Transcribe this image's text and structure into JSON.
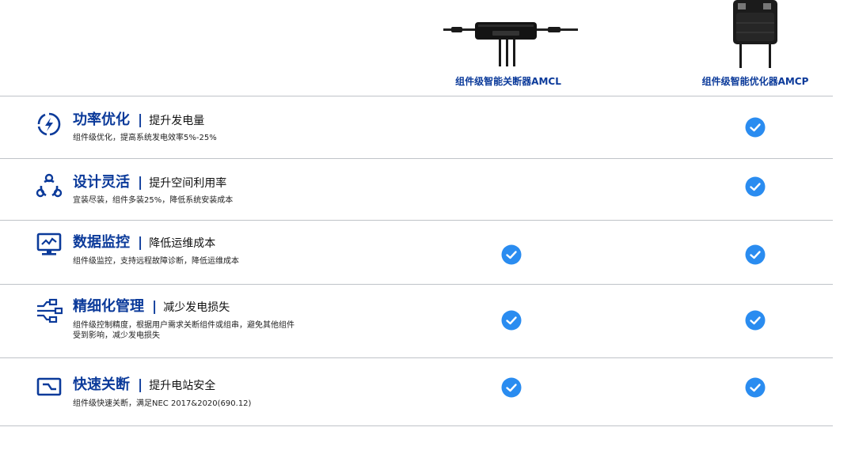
{
  "products": [
    {
      "name": "组件级智能关断器AMCL"
    },
    {
      "name": "组件级智能优化器AMCP"
    }
  ],
  "features": [
    {
      "title": "功率优化",
      "separator": "|",
      "subtitle": "提升发电量",
      "desc_lines": [
        "组件级优化，提高系统发电效率5%-25%"
      ],
      "icon": "power-lightning-icon",
      "amcl": false,
      "amcp": true
    },
    {
      "title": "设计灵活",
      "separator": "|",
      "subtitle": "提升空间利用率",
      "desc_lines": [
        "宜装尽装，组件多装25%，降低系统安装成本"
      ],
      "icon": "network-triangle-icon",
      "amcl": false,
      "amcp": true
    },
    {
      "title": "数据监控",
      "separator": "|",
      "subtitle": "降低运维成本",
      "desc_lines": [
        "组件级监控，支持远程故障诊断，降低运维成本"
      ],
      "icon": "monitor-chart-icon",
      "amcl": true,
      "amcp": true
    },
    {
      "title": "精细化管理",
      "separator": "|",
      "subtitle": "减少发电损失",
      "desc_lines": [
        "组件级控制精度，根据用户需求关断组件或组串，避免其他组件",
        "受到影响，减少发电损失"
      ],
      "icon": "management-nodes-icon",
      "amcl": true,
      "amcp": true
    },
    {
      "title": "快速关断",
      "separator": "|",
      "subtitle": "提升电站安全",
      "desc_lines": [
        "组件级快速关断，满足NEC 2017&2020(690.12)"
      ],
      "icon": "shutdown-screen-icon",
      "amcl": true,
      "amcp": true
    }
  ],
  "colors": {
    "brand": "#0b3a9a",
    "check": "#2a8cf0",
    "divider": "#bfc3c8"
  }
}
